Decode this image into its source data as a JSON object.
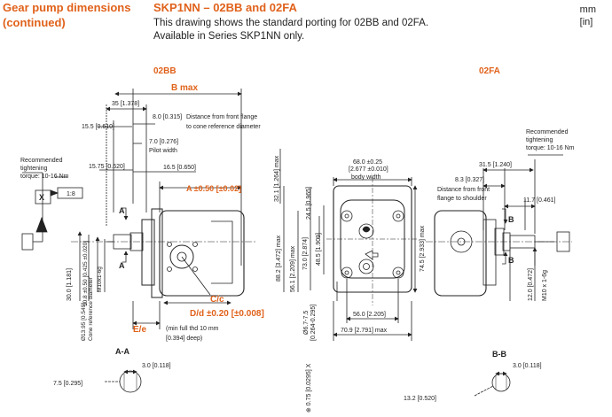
{
  "header": {
    "section_title_line1": "Gear pump dimensions",
    "section_title_line2": "(continued)",
    "title": "SKP1NN – 02BB and 02FA",
    "desc_line1": "This drawing shows the standard porting for 02BB and 02FA.",
    "desc_line2": "Available in Series SKP1NN only.",
    "units_line1": "mm",
    "units_line2": "[in]"
  },
  "views": {
    "left_label": "02BB",
    "right_label": "02FA",
    "section_aa": "A-A",
    "section_bb": "B-B"
  },
  "dims02BB": {
    "bmax": "B max",
    "d35": "35 [1.378]",
    "d8": "8.0 [0.315]",
    "d8_note1": "Distance from front flange",
    "d8_note2": "to cone reference diameter",
    "d155": "15.5 [0.610]",
    "d7": "7.0 [0.276]",
    "pilot": "Pilot width",
    "d1575": "15.75 [0.620]",
    "d165": "16.5 [0.650]",
    "a_tol": "A ±0.50 [±0.02]",
    "rec1": "Recommended",
    "rec2": "tightening",
    "rec3": "torque: 10-16 Nm",
    "taper": "1:8",
    "x": "X",
    "a_upper": "A",
    "a_lower": "A",
    "v300": "30.0 [1.181]",
    "v108": "10.8 ±0.50 [0.425 ±0.020]",
    "v1395": "Ø13.95 [0.549]",
    "cone": "Cone reference diameter",
    "m10": "M10x1-6g",
    "cc": "C/c",
    "dd": "D/d ±0.20 [±0.008]",
    "ee": "E/e",
    "thd1": "(min full thd 10 mm",
    "thd2": "[0.394] deep)",
    "aa_w": "3.0 [0.118]",
    "aa_h": "7.5 [0.295]"
  },
  "front": {
    "w68": "68.0 ±0.25",
    "w68in": "[2.677 ±0.010]",
    "body": "body width",
    "v321": "32.1 [1.264] max",
    "v245": "24.5 [0.965]",
    "v882": "88.2 [3.472] max",
    "v561": "56.1 [2.209] max",
    "v730": "73.0 [2.874]",
    "v485": "48.5 [1.909]",
    "v745": "74.5 [2.933] max",
    "h56": "56.0 [2.205]",
    "h709": "70.9 [2.791] max",
    "d67": "Ø6.7-7.5",
    "d67in": "[0.264-0.295]",
    "tol": "⊕ 0.75 [0.0295] X"
  },
  "dims02FA": {
    "rec1": "Recommended",
    "rec2": "tightening",
    "rec3": "torque: 10-16 Nm",
    "d315": "31.5 [1.240]",
    "d83": "8.3 [0.327]",
    "dist1": "Distance from front",
    "dist2": "flange to shoulder",
    "d117": "11.7 [0.461]",
    "b_upper": "B",
    "b_lower": "B",
    "m10": "M10 x 1-6g",
    "d12": "12.0 [0.472]",
    "bb_w": "3.0 [0.118]",
    "bb_h": "13.2 [0.520]"
  }
}
